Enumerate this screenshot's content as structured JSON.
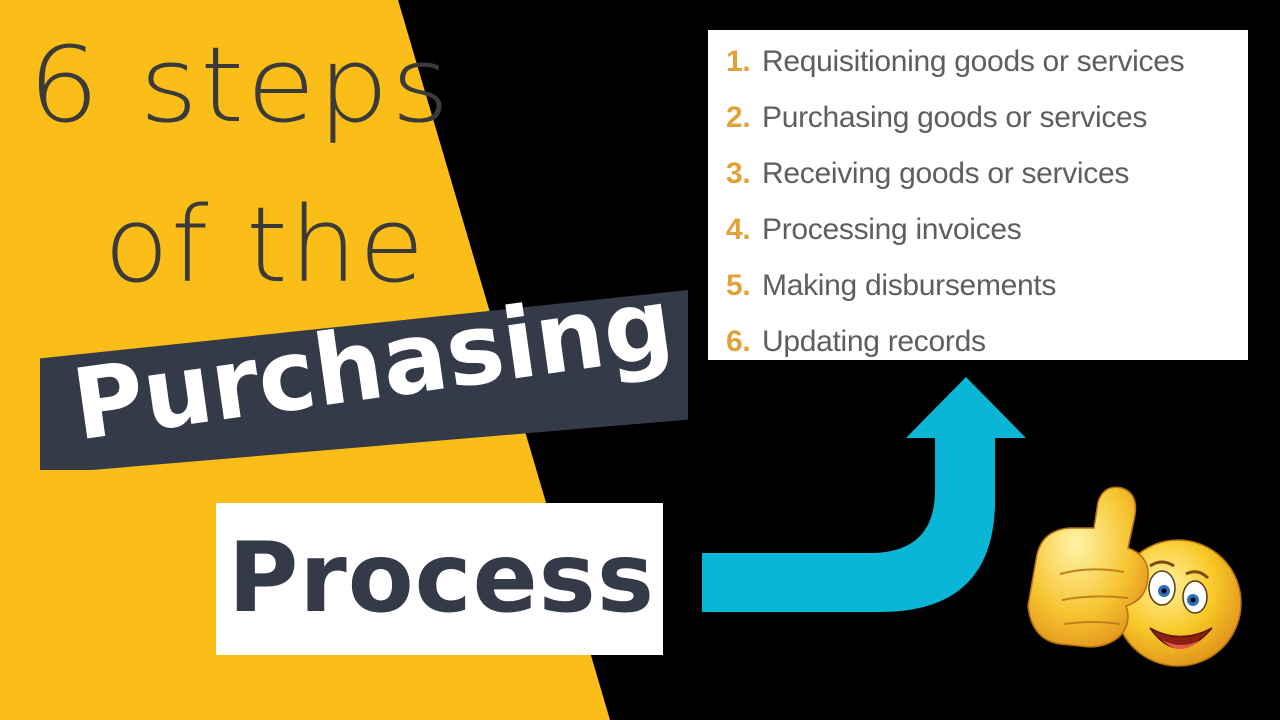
{
  "colors": {
    "background": "#000000",
    "accent_yellow": "#fbbd17",
    "banner_dark": "#343a48",
    "arrow_cyan": "#09b6d6",
    "step_number": "#e2a23a",
    "step_text": "#5e5e5e"
  },
  "title": {
    "line1": "6 steps",
    "line2": "of the",
    "purchasing": "Purchasing",
    "process": "Process"
  },
  "steps": [
    {
      "num": "1.",
      "label": "Requisitioning goods or services"
    },
    {
      "num": "2.",
      "label": "Purchasing goods or services"
    },
    {
      "num": "3.",
      "label": "Receiving goods or services"
    },
    {
      "num": "4.",
      "label": "Processing invoices"
    },
    {
      "num": "5.",
      "label": "Making disbursements"
    },
    {
      "num": "6.",
      "label": "Updating records"
    }
  ],
  "icons": {
    "arrow": "curved-up-arrow-icon",
    "emoji": "thumbs-up-smiley-icon"
  }
}
